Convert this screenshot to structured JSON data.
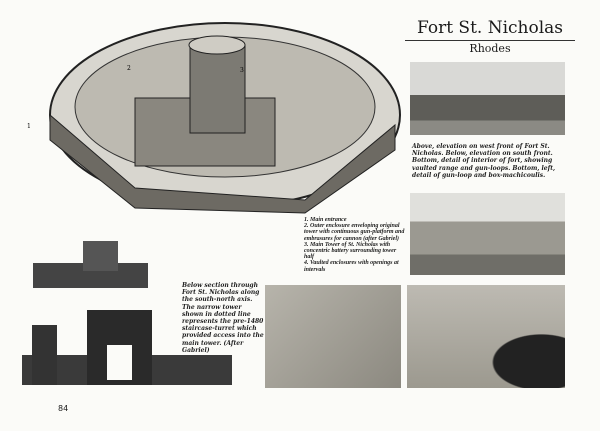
{
  "header": {
    "title": "Fort St. Nicholas",
    "subtitle": "Rhodes"
  },
  "captions": {
    "photos": "Above, elevation on west front of Fort St. Nicholas. Below, elevation on south front. Bottom, detail of interior of fort, showing vaulted range and gun-loops. Bottom, left, detail of gun-loop and box-machicoulis.",
    "legend": "1. Main entrance\n2. Outer enclosure enveloping original tower with continuous gun-platform and embrasures for cannon (after Gabriel)\n3. Main Tower of St. Nicholas with concentric battery surrounding tower half\n4. Vaulted enclosures with openings at intervals",
    "section": "Below section through Fort St. Nicholas along the south-north axis. The narrow tower shown in dotted line represents the pre-1480 staircase-turret which provided access into the main tower. (After Gabriel)"
  },
  "illustration_labels": {
    "l1": "1",
    "l2": "2",
    "l3": "3"
  },
  "page_number": "84"
}
